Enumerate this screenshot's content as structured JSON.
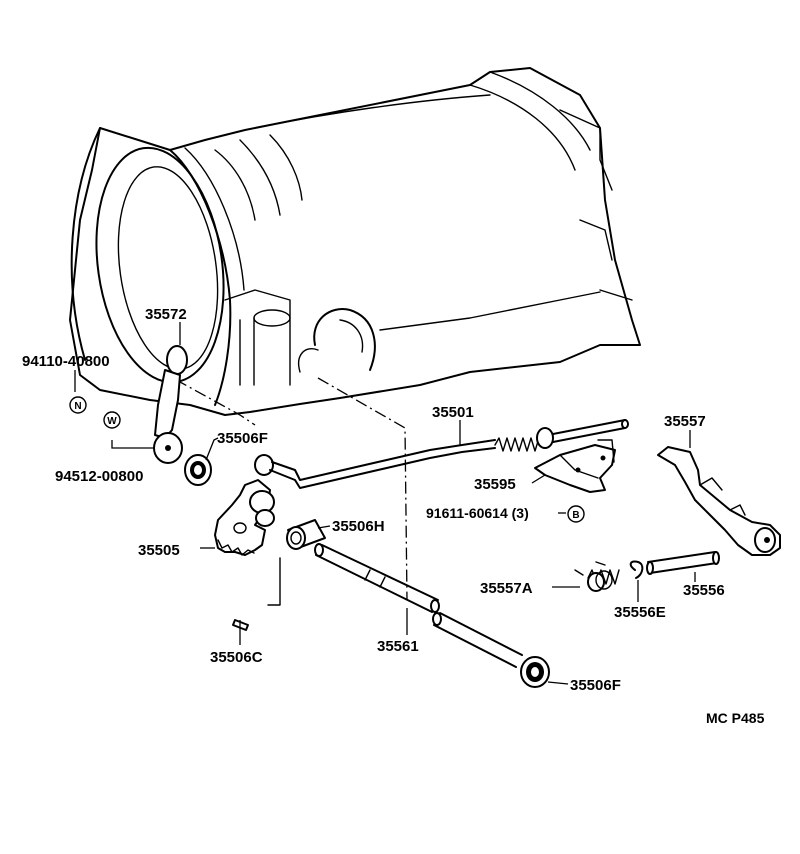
{
  "parts": {
    "p35572": "35572",
    "p94110": "94110-40800",
    "p94512": "94512-00800",
    "p35506F_a": "35506F",
    "p35505": "35505",
    "p35506H": "35506H",
    "p35506C": "35506C",
    "p35561": "35561",
    "p35506F_b": "35506F",
    "p35501": "35501",
    "p35595": "35595",
    "p91611": "91611-60614 (3)",
    "p35557": "35557",
    "p35557A": "35557A",
    "p35556": "35556",
    "p35556E": "35556E"
  },
  "symbols": {
    "n_marker": "N",
    "w_marker": "W",
    "b_marker": "B"
  },
  "footer": {
    "code": "MC P485"
  }
}
